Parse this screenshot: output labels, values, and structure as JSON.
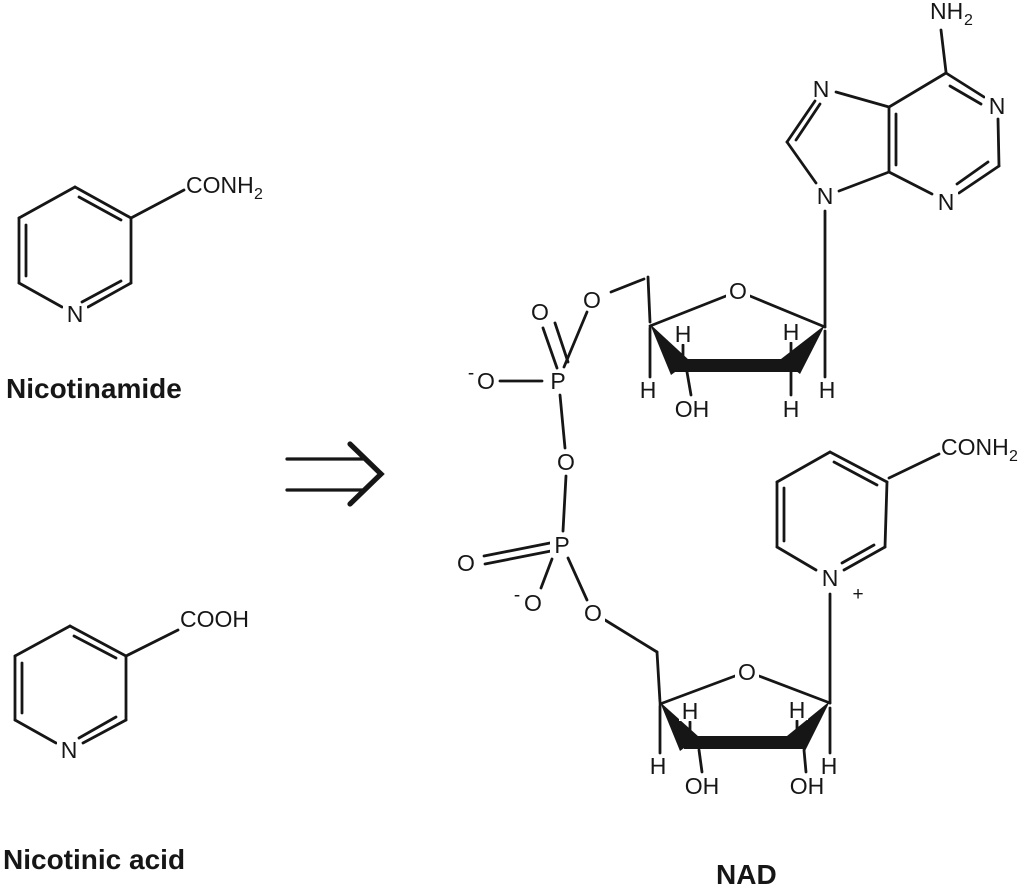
{
  "canvas": {
    "background": "#ffffff",
    "ink": "#161616"
  },
  "titles": {
    "nicotinamide": "Nicotinamide",
    "nicotinic_acid": "Nicotinic acid",
    "nad": "NAD"
  },
  "atoms": {
    "nitrogen": "N",
    "oxygen": "O",
    "phosphorus": "P",
    "hydrogen": "H",
    "hydroxyl": "OH",
    "minus": "-",
    "plus": "+"
  },
  "groups": {
    "amide_main": "CONH",
    "amide_sub": "2",
    "amine_main": "NH",
    "amine_sub": "2",
    "carboxyl": "COOH"
  }
}
